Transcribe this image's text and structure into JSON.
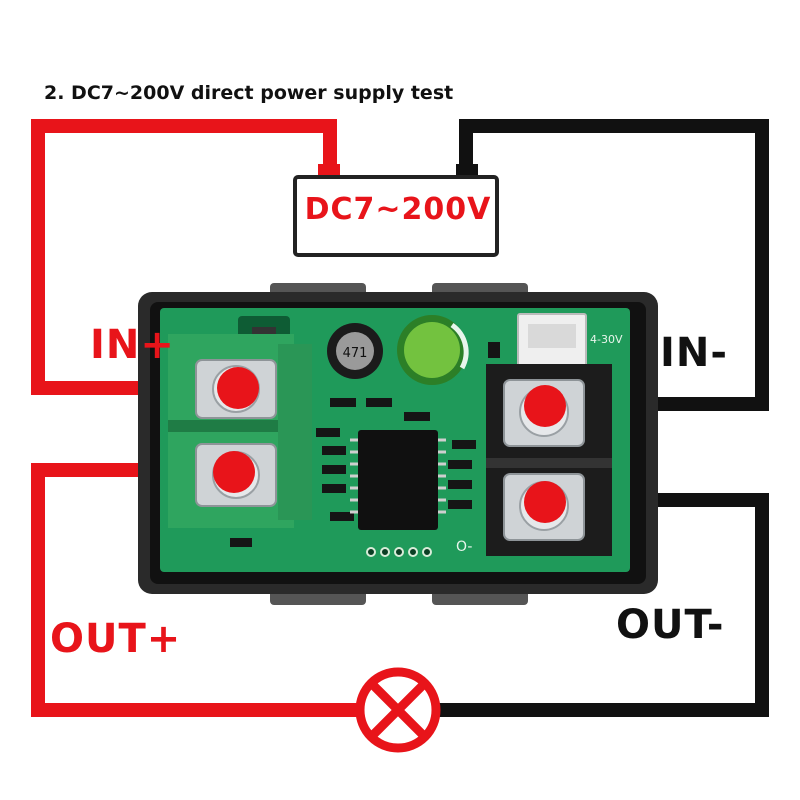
{
  "title": "2. DC7~200V direct power supply test",
  "supply": {
    "label": "DC7~200V"
  },
  "labels": {
    "in_plus": "IN+",
    "in_minus": "IN-",
    "out_plus": "OUT+",
    "out_minus": "OUT-"
  },
  "board": {
    "inductor_code": "471",
    "range_text": "4-30V",
    "terminal_o_text": "O-"
  },
  "colors": {
    "positive_wire": "#e8141a",
    "negative_wire": "#111111",
    "pcb": "#1f9a5a",
    "terminal_green": "#2fa55f",
    "terminal_black": "#1c1c1c",
    "case": "#2a2a2a",
    "contact_dot": "#e8141a",
    "load_symbol": "#e8141a"
  },
  "icons": {
    "load": "lamp-cross-icon",
    "capacitor": "electrolytic-capacitor-icon",
    "inductor": "inductor-icon",
    "chip": "ic-chip-icon",
    "connector": "jst-connector-icon"
  }
}
